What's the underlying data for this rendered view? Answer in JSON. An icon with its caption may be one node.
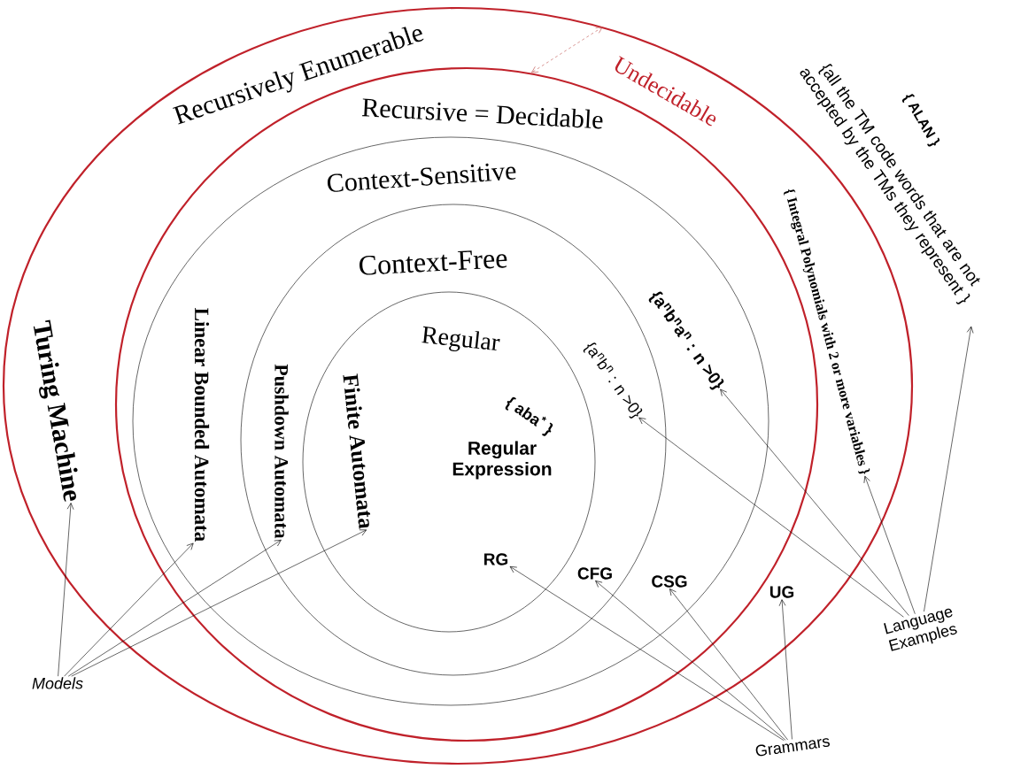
{
  "diagram": {
    "nodes": [
      {
        "text": [
          "Recursively Enumerable"
        ]
      },
      {
        "text": [
          "Recursive = Decidable"
        ],
        "in": 0
      },
      {
        "text": [
          "Context-Sensitive"
        ],
        "in": 1
      },
      {
        "text": [
          "Context-Free"
        ],
        "in": 2
      },
      {
        "text": [
          "Regular",
          "Regular Expression"
        ],
        "in": 3
      },
      {
        "text": [
          "Turing Machine"
        ],
        "in": 0
      },
      {
        "text": [
          "Linear Bounded Automata"
        ],
        "in": 2
      },
      {
        "text": [
          "Pushdown Automata"
        ],
        "in": 3
      },
      {
        "text": [
          "Finite Automata"
        ],
        "in": 4
      },
      {
        "text": [
          "{ aba$^{*}$ }"
        ],
        "in": 4
      },
      {
        "text": [
          "{a$^{n}$b$^{n}$ : n >0}"
        ],
        "in": 3
      },
      {
        "text": [
          "{a$^{n}$b$^{n}$a$^{n}$ : n >0}"
        ],
        "in": 2
      },
      {
        "text": [
          "{ Integral Polynomials with 2 or more variables }"
        ],
        "in": 0
      },
      {
        "text": [
          "{all the TM code words that are not accepted by the TMs they represent }"
        ]
      },
      {
        "text": [
          "RG"
        ],
        "in": 4
      },
      {
        "text": [
          "CFG"
        ],
        "in": 3
      },
      {
        "text": [
          "CSG"
        ],
        "in": 2
      },
      {
        "text": [
          "UG"
        ],
        "in": 0
      },
      {
        "text": [
          "Models"
        ]
      },
      {
        "text": [
          "Language Examples"
        ]
      },
      {
        "text": [
          "Grammars"
        ]
      }
    ],
    "edges": [
      {
        "from": 0,
        "to": 1,
        "arrow": "both",
        "style": "dashed",
        "color": "#c0504d"
      },
      {
        "from": 18,
        "to": 5,
        "arrow": "to"
      },
      {
        "from": 18,
        "to": 6,
        "arrow": "to"
      },
      {
        "from": 18,
        "to": 7,
        "arrow": "to"
      },
      {
        "from": 18,
        "to": 8,
        "arrow": "to"
      },
      {
        "from": 19,
        "to": 10,
        "arrow": "to"
      },
      {
        "from": 19,
        "to": 11,
        "arrow": "to"
      },
      {
        "from": 19,
        "to": 12,
        "arrow": "to"
      },
      {
        "from": 19,
        "to": 13,
        "arrow": "to"
      },
      {
        "from": 20,
        "to": 14,
        "arrow": "to"
      },
      {
        "from": 20,
        "to": 15,
        "arrow": "to"
      },
      {
        "from": 20,
        "to": 16,
        "arrow": "to"
      },
      {
        "from": 20,
        "to": 17,
        "arrow": "to"
      }
    ],
    "labels": [
      "Undecidable",
      "{ ALAN }"
    ]
  }
}
